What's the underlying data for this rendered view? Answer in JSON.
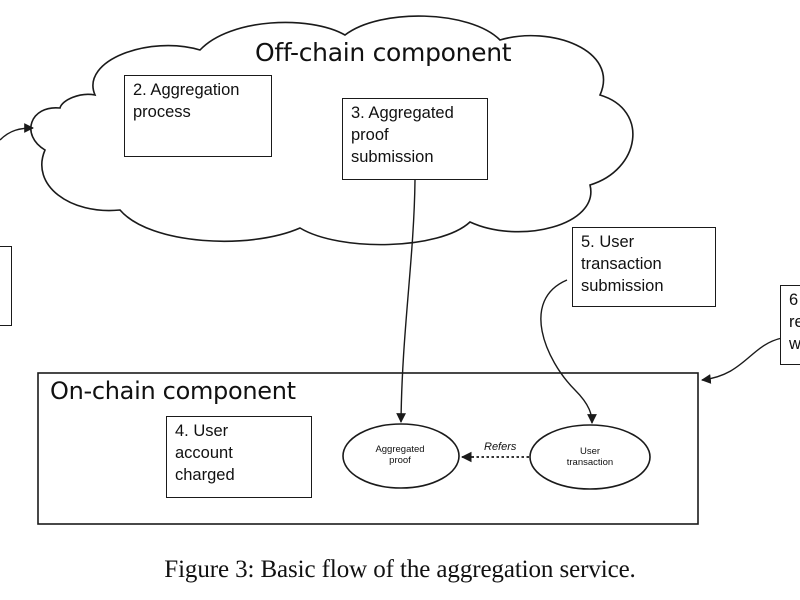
{
  "off_chain": {
    "title": "Off-chain component"
  },
  "on_chain": {
    "title": "On-chain component"
  },
  "steps": {
    "aggregation_process": "2. Aggregation\nprocess",
    "aggregated_proof_submission": "3. Aggregated\nproof\nsubmission",
    "user_account_charged": "4. User\naccount\ncharged",
    "user_transaction_submission": "5. User\ntransaction\nsubmission",
    "step6_partial": "6\nre\nw"
  },
  "nodes": {
    "aggregated_proof": "Aggregated\nproof",
    "user_transaction": "User\ntransaction"
  },
  "edges": {
    "refers_label": "Refers"
  },
  "caption": "Figure 3: Basic flow of the aggregation service."
}
